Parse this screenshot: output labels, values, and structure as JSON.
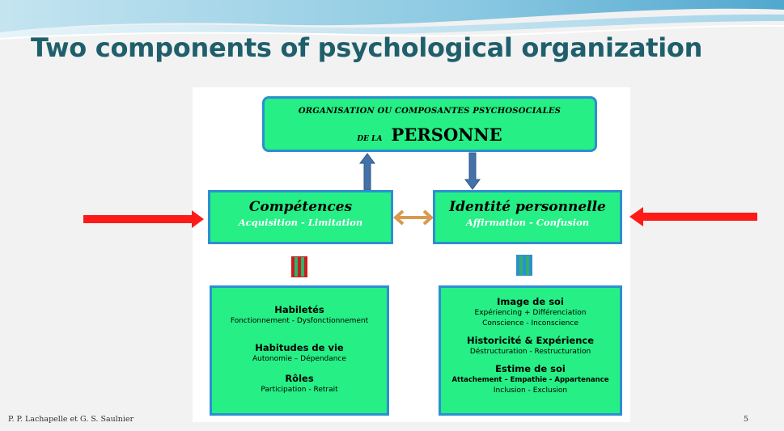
{
  "slide": {
    "title": "Two components of psychological organization",
    "footer_author": "P. P. Lachapelle et G. S. Saulnier",
    "page_number": "5"
  },
  "diagram": {
    "top": {
      "line1": "ORGANISATION OU COMPOSANTES PSYCHOSOCIALES",
      "prefix": "DE LA",
      "main": "PERSONNE"
    },
    "left": {
      "title": "Compétences",
      "subtitle": "Acquisition - Limitation",
      "groups": [
        {
          "title": "Habiletés",
          "lines": [
            "Fonctionnement -  Dysfonctionnement"
          ]
        },
        {
          "title": "Habitudes de vie",
          "lines": [
            "Autonomie – Dépendance"
          ]
        },
        {
          "title": "Rôles",
          "lines": [
            "Participation - Retrait"
          ]
        }
      ]
    },
    "right": {
      "title": "Identité personnelle",
      "subtitle": "Affirmation - Confusion",
      "groups": [
        {
          "title": "Image de soi",
          "lines": [
            "Expériencing + Différenciation",
            "Conscience - Inconscience"
          ]
        },
        {
          "title": "Historicité & Expérience",
          "lines": [
            "Déstructuration - Restructuration"
          ]
        },
        {
          "title": "Estime de soi",
          "lines": [
            "Attachement – Empathie - Appartenance",
            "Inclusion - Exclusion"
          ]
        }
      ]
    },
    "colors": {
      "box_fill": "#25ef85",
      "box_border": "#2d8fd0",
      "up_down_arrows": "#4472a8",
      "side_arrows": "#ff1a1a",
      "double_arrow": "#d79a4e",
      "left_equal_sign": "#c81e1e",
      "right_equal_sign": "#2d8fd0",
      "title_color": "#1f5f6b"
    }
  }
}
